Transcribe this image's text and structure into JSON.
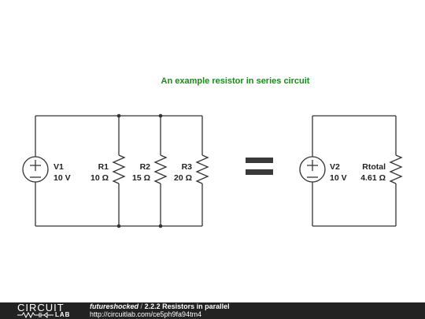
{
  "title": "An example resistor in series circuit",
  "colors": {
    "title": "#1a8a1a",
    "wire": "#333333",
    "footer_bg": "#222222"
  },
  "components": {
    "v1": {
      "name": "V1",
      "value": "10 V"
    },
    "r1": {
      "name": "R1",
      "value": "10 Ω"
    },
    "r2": {
      "name": "R2",
      "value": "15 Ω"
    },
    "r3": {
      "name": "R3",
      "value": "20 Ω"
    },
    "v2": {
      "name": "V2",
      "value": "10 V"
    },
    "rtotal": {
      "name": "Rtotal",
      "value": "4.61 Ω"
    }
  },
  "footer": {
    "logo_top": "CIRCUIT",
    "logo_bottom": "LAB",
    "user": "futureshocked",
    "separator": "/",
    "project": "2.2.2 Resistors in parallel",
    "url": "http://circuitlab.com/ce5ph9fa94tm4"
  }
}
